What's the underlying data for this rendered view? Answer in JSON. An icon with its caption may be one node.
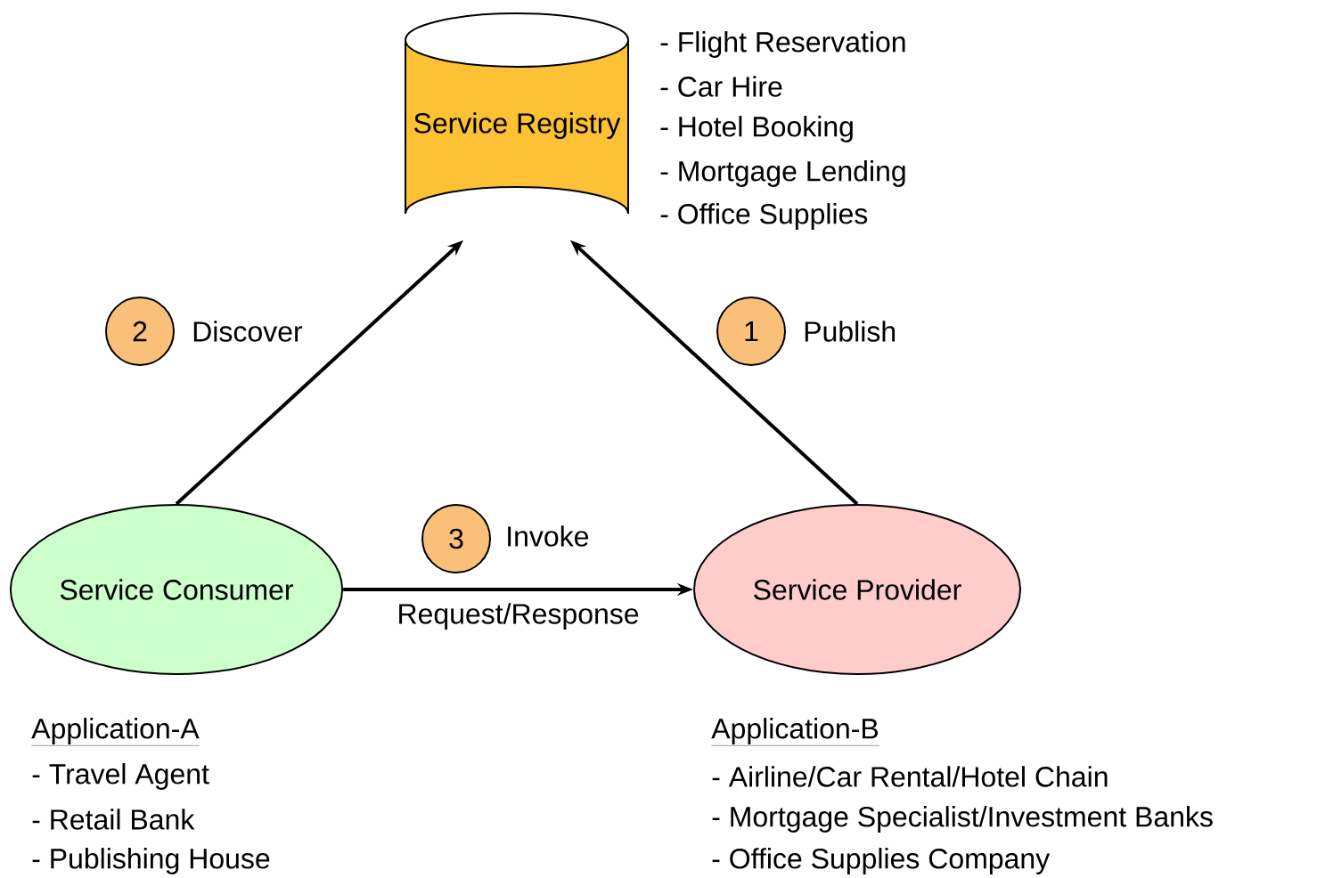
{
  "diagram": {
    "nodes": [
      {
        "text": [
          "Service Registry"
        ]
      },
      {
        "text": [
          "Service Consumer"
        ]
      },
      {
        "text": [
          "Service Provider"
        ]
      },
      {
        "text": [
          "2"
        ],
        "beside": [
          "Discover"
        ]
      },
      {
        "text": [
          "1"
        ],
        "beside": [
          "Publish"
        ]
      },
      {
        "text": [
          "3"
        ],
        "beside": [
          "Invoke"
        ]
      }
    ],
    "edges": [
      {
        "from": 1,
        "to": 0,
        "arrow": "to"
      },
      {
        "from": 2,
        "to": 0,
        "arrow": "to"
      },
      {
        "from": 1,
        "to": 2,
        "arrow": "to",
        "label": "Request/Response"
      }
    ],
    "labels": [
      "- Flight Reservation",
      "- Car Hire",
      "- Hotel Booking",
      "- Mortgage Lending",
      "- Office Supplies",
      "Application-A",
      "- Travel Agent",
      "- Retail Bank",
      "- Publishing House",
      "Application-B",
      "- Airline/Car Rental/Hotel Chain",
      "- Mortgage Specialist/Investment Banks",
      "- Office Supplies Company"
    ]
  }
}
